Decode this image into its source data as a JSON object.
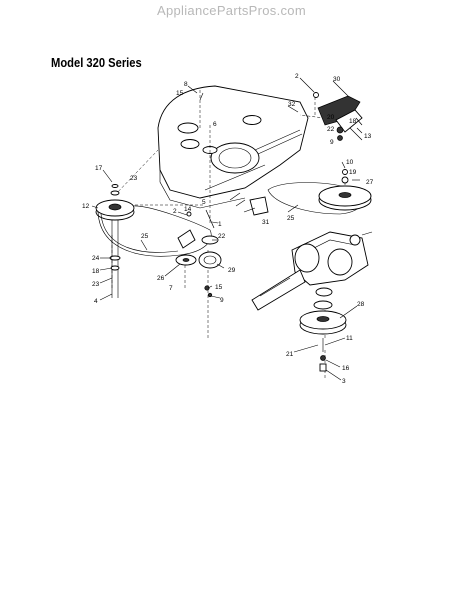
{
  "watermark": "AppliancePartsPros.com",
  "title": "Model 320 Series",
  "callouts": {
    "c2a": "2",
    "c30": "30",
    "c8": "8",
    "c15a": "15",
    "c32": "32",
    "c6": "6",
    "c20": "20",
    "c18a": "18",
    "c22a": "22",
    "c9a": "9",
    "c13": "13",
    "c17": "17",
    "c23a": "23",
    "c10": "10",
    "c19": "19",
    "c27": "27",
    "c12": "12",
    "c5": "5",
    "c14": "14",
    "c2b": "2",
    "c31": "31",
    "c25a": "25",
    "c25b": "25",
    "c1": "1",
    "c22b": "22",
    "c24": "24",
    "c18b": "18",
    "c23b": "23",
    "c4": "4",
    "c26": "26",
    "c7": "7",
    "c29": "29",
    "c15b": "15",
    "c9b": "9",
    "c28": "28",
    "c11": "11",
    "c21": "21",
    "c16": "16",
    "c3": "3"
  }
}
